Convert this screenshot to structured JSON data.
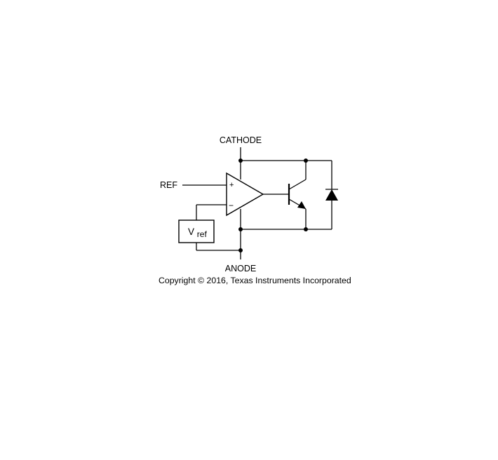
{
  "diagram": {
    "labels": {
      "cathode": "CATHODE",
      "ref": "REF",
      "anode": "ANODE",
      "plus": "+",
      "minus": "−",
      "vref_main": "V",
      "vref_sub": "ref"
    },
    "copyright": "Copyright © 2016, Texas Instruments Incorporated"
  }
}
